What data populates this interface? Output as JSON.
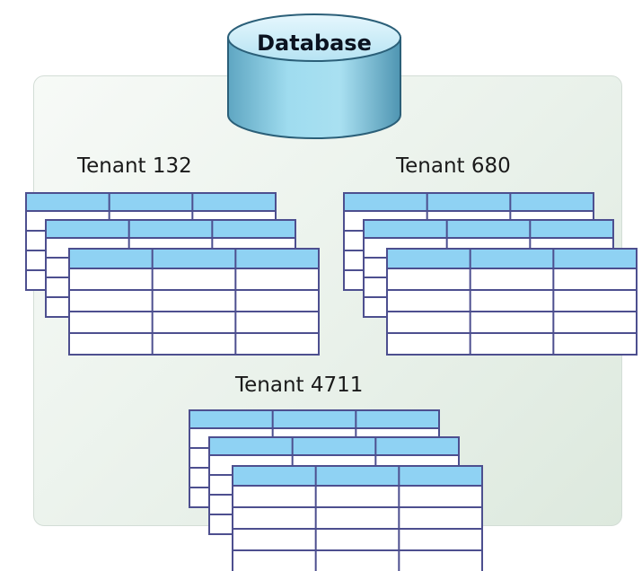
{
  "database": {
    "label": "Database"
  },
  "tenants": [
    {
      "label": "Tenant 132"
    },
    {
      "label": "Tenant 680"
    },
    {
      "label": "Tenant 4711"
    }
  ],
  "colors": {
    "table_header_fill": "#8fd2f3",
    "table_border": "#4d4f8f",
    "table_body_fill": "#ffffff",
    "database_fill": "#8ecfe6",
    "database_top_fill": "#cfeef8",
    "panel_fill": "#e9f1ea"
  }
}
